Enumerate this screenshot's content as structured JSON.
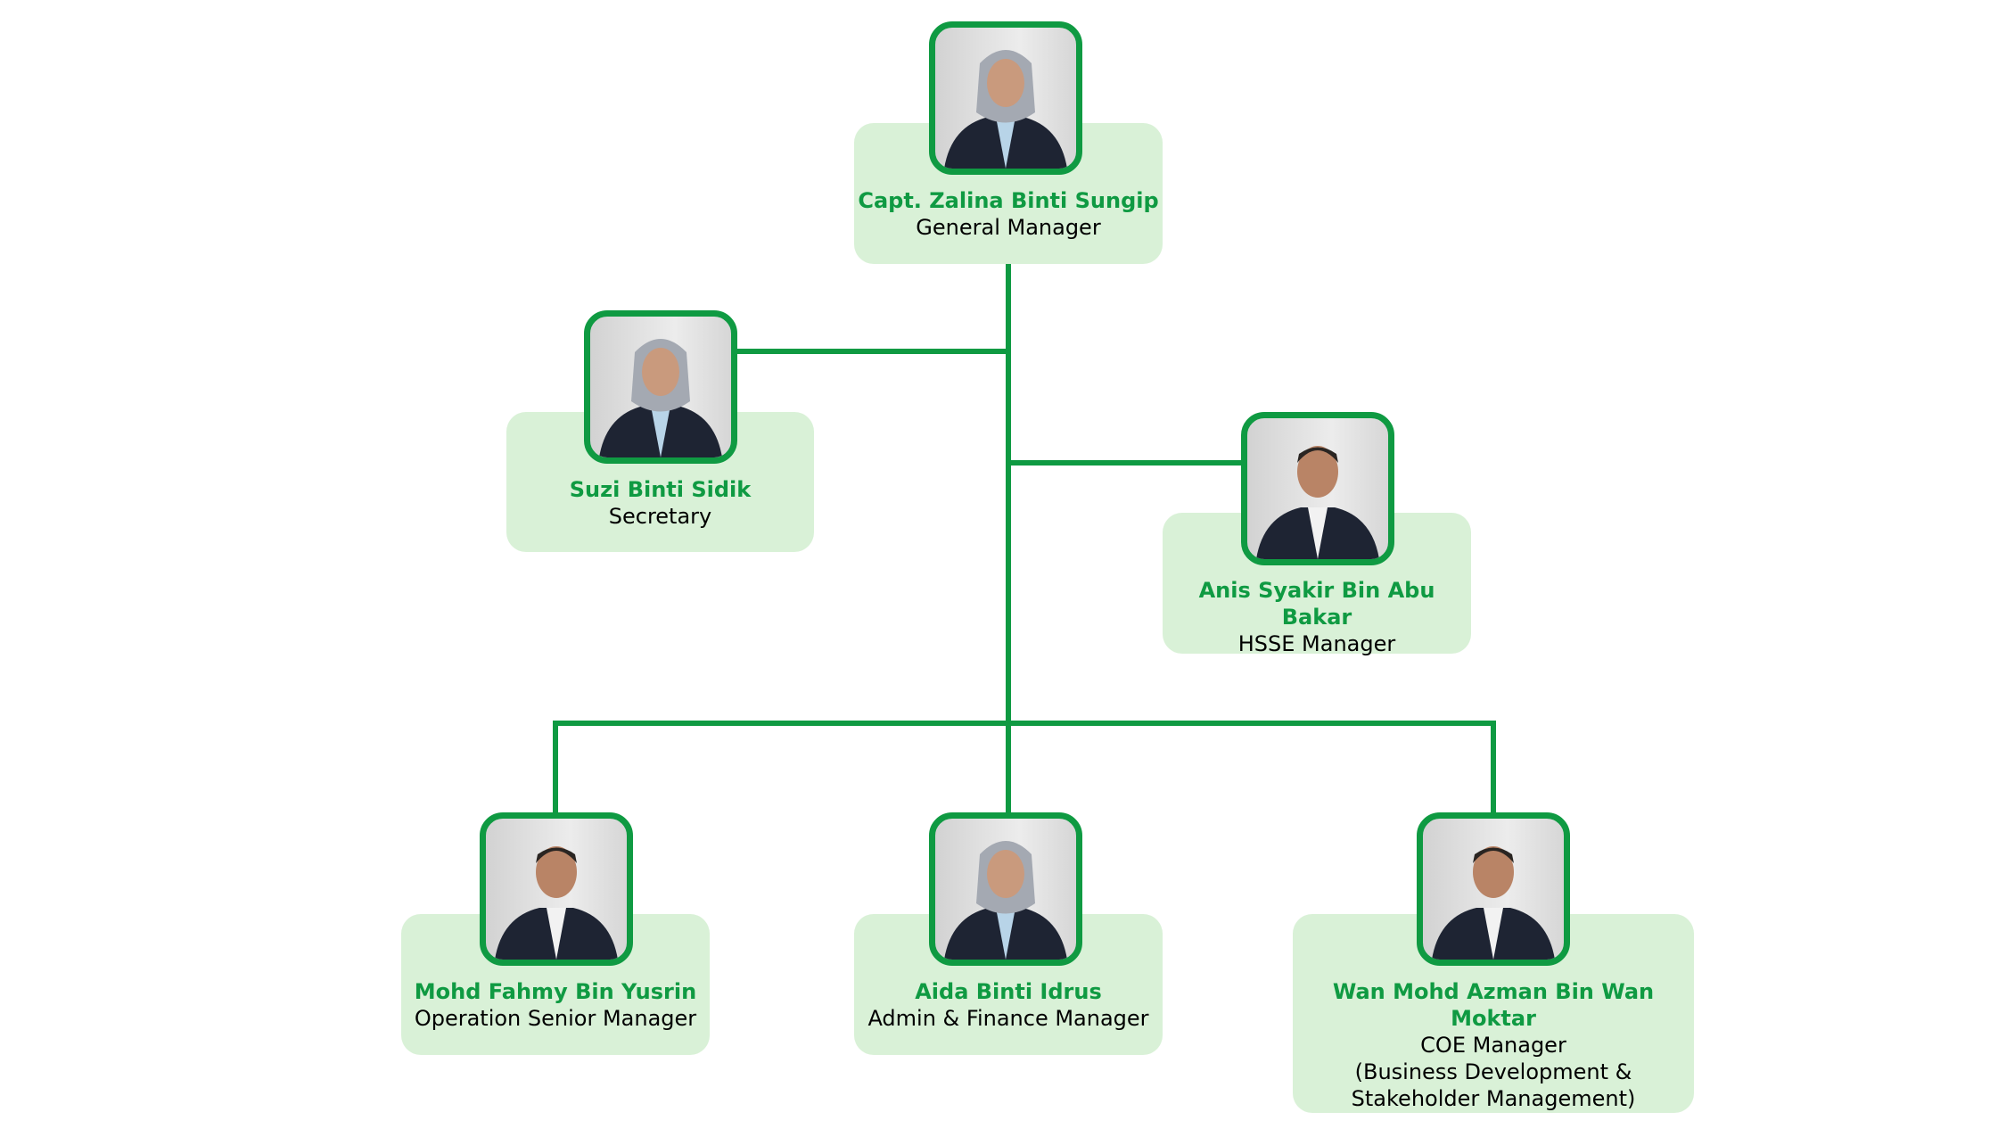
{
  "colors": {
    "accent": "#0f9a42",
    "card_bg": "#d9f1d7"
  },
  "people": [
    {
      "name": "Capt. Zalina Binti Sungip",
      "role": "General Manager"
    },
    {
      "name": "Suzi Binti Sidik",
      "role": "Secretary"
    },
    {
      "name": "Anis Syakir Bin Abu Bakar",
      "role": "HSSE Manager"
    },
    {
      "name": "Mohd Fahmy Bin Yusrin",
      "role": "Operation Senior Manager"
    },
    {
      "name": "Aida Binti Idrus",
      "role": "Admin & Finance Manager"
    },
    {
      "name": "Wan Mohd Azman Bin Wan Moktar",
      "role": "COE Manager",
      "role_line2": "(Business Development &",
      "role_line3": "Stakeholder Management)"
    }
  ]
}
